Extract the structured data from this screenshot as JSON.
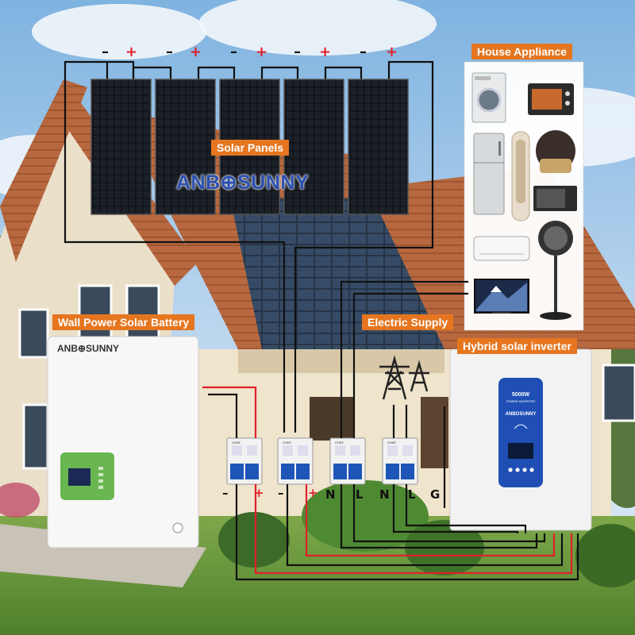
{
  "labels": {
    "solar_panels": "Solar Panels",
    "house_appliance": "House Appliance",
    "wall_battery": "Wall Power Solar Battery",
    "electric_supply": "Electric Supply",
    "hybrid_inverter": "Hybrid solar inverter"
  },
  "brand": {
    "logo_large": "ANB⊕SUNNY",
    "logo_battery": "ANB⊕SUNNY",
    "logo_inverter": "ANBOSUNNY"
  },
  "panel_polarity": [
    {
      "minus": "–",
      "plus": "+"
    },
    {
      "minus": "–",
      "plus": "+"
    },
    {
      "minus": "–",
      "plus": "+"
    },
    {
      "minus": "–",
      "plus": "+"
    },
    {
      "minus": "–",
      "plus": "+"
    }
  ],
  "terminals": [
    "–",
    "+",
    "–",
    "+",
    "N",
    "L",
    "N",
    "L",
    "G"
  ],
  "inverter": {
    "rating": "5000W",
    "subtitle": "POWER INVERTER"
  },
  "breaker_text": "CHNT",
  "colors": {
    "label_bg": "#e5761f",
    "wire_red": "#e0202a",
    "wire_black": "#111111",
    "breaker_blue": "#1e56b8",
    "inverter_blue": "#1f4fb5",
    "battery_display": "#6ab650"
  },
  "appliances": [
    "washing-machine",
    "toaster-oven",
    "refrigerator",
    "tower-fan",
    "rice-cooker",
    "microwave",
    "air-conditioner",
    "standing-fan",
    "television"
  ]
}
